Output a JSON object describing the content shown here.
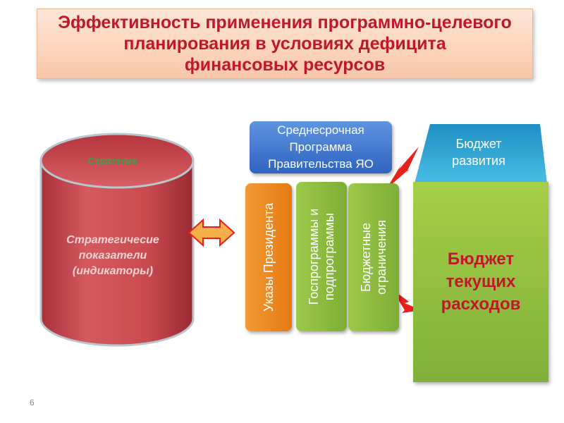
{
  "title": {
    "lines": [
      "Эффективность применения программно-целевого",
      "планирования в условиях дефицита",
      "финансовых ресурсов"
    ]
  },
  "strategy": {
    "label": "Стратегия",
    "indicators": [
      "Стратегичесие",
      "показатели",
      "(индикаторы)"
    ]
  },
  "program": {
    "lines": [
      "Среднесрочная",
      "Программа",
      "Правительства ЯО"
    ]
  },
  "vertical_boxes": [
    {
      "lines": [
        "Указы Президента"
      ],
      "color": "#ef8a1f"
    },
    {
      "lines": [
        "Госпрограммы и",
        "подпрограммы"
      ],
      "color": "#8dbd3d"
    },
    {
      "lines": [
        "Бюджетные",
        "ограничения"
      ],
      "color": "#8dbd3d"
    }
  ],
  "budget_development": {
    "lines": [
      "Бюджет",
      "развития"
    ]
  },
  "budget_current": {
    "lines": [
      "Бюджет",
      "текущих",
      "расходов"
    ]
  },
  "page_number": "6",
  "colors": {
    "title_text": "#c0182a",
    "cylinder": "#c94a4f",
    "program_blue": "#3b6fcf",
    "development_teal": "#2aa6d6",
    "green": "#8dbd3d",
    "orange": "#ef8a1f",
    "arrow": "#e8201c"
  }
}
